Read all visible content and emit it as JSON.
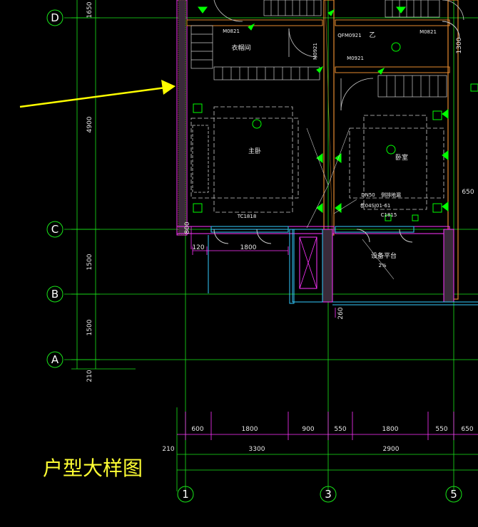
{
  "title": "户型大样图",
  "axes": {
    "rows": [
      "D",
      "C",
      "B",
      "A"
    ],
    "cols": [
      "1",
      "3",
      "5"
    ]
  },
  "left_dimensions": [
    "1650",
    "4900",
    "1500",
    "1500",
    "210"
  ],
  "bottom_dimensions": {
    "row1": [
      "600",
      "1800",
      "900",
      "550",
      "1800",
      "550",
      "650"
    ],
    "row2_left": "210",
    "row2": [
      "3300",
      "2900"
    ]
  },
  "inner_dimensions": {
    "d800": "800",
    "d120": "120",
    "d1800": "1800",
    "d260": "260",
    "d650": "650",
    "d1300": "1300"
  },
  "rooms": {
    "cloakroom": "衣帽间",
    "master_bedroom": "主卧",
    "bedroom": "卧室",
    "equipment_platform": "设备平台",
    "b_label": "乙"
  },
  "tags": {
    "m0821_a": "M0821",
    "m0821_b": "M0821",
    "m0921_v": "M0921",
    "fm_door": "QFM0921",
    "m0921_b": "M0921",
    "tc1818": "TC1818",
    "dn50": "DN50",
    "floor_drain": "侧排地漏",
    "drain_ref": "参04SJ01-61",
    "c1815": "C1815",
    "slope": "2%"
  },
  "colors": {
    "axis": "#19e619",
    "wall": "#ff33ff",
    "hatch": "#e68a2e",
    "window": "#33ccff",
    "fixture": "#00ff00",
    "arrow": "#ffff00",
    "dimension_line": "#ff33ff"
  }
}
